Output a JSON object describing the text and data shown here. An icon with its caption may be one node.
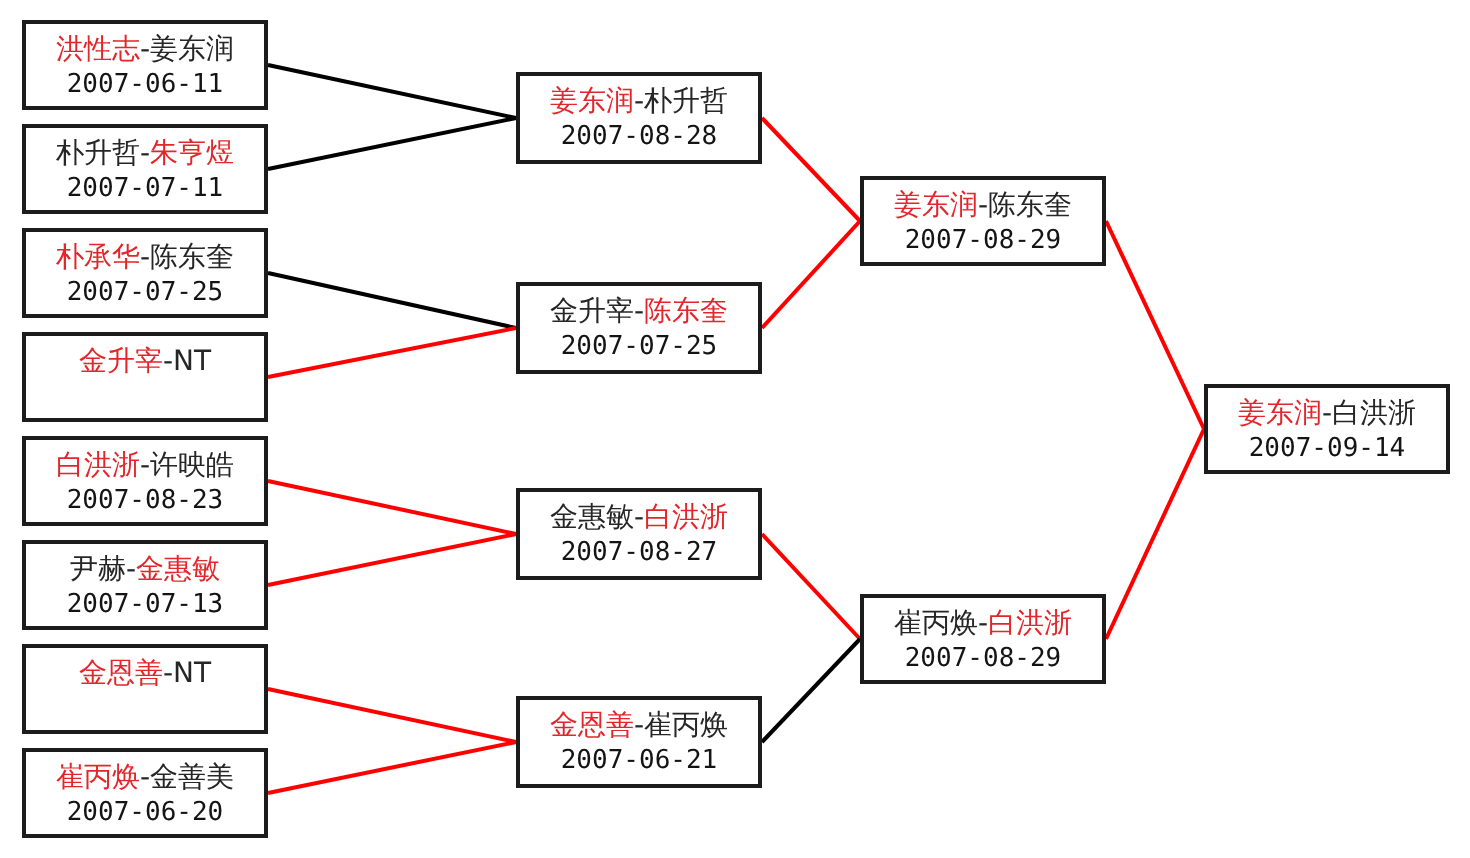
{
  "diagram": {
    "nodes": [
      {
        "text": [
          "洪性志-姜东润",
          "2007-06-11"
        ]
      },
      {
        "text": [
          "朴升哲-朱亨煜",
          "2007-07-11"
        ]
      },
      {
        "text": [
          "朴承华-陈东奎",
          "2007-07-25"
        ]
      },
      {
        "text": [
          "金升宰-NT"
        ]
      },
      {
        "text": [
          "白洪浙-许映皓",
          "2007-08-23"
        ]
      },
      {
        "text": [
          "尹赫-金惠敏",
          "2007-07-13"
        ]
      },
      {
        "text": [
          "金恩善-NT"
        ]
      },
      {
        "text": [
          "崔丙焕-金善美",
          "2007-06-20"
        ]
      },
      {
        "text": [
          "姜东润-朴升哲",
          "2007-08-28"
        ]
      },
      {
        "text": [
          "金升宰-陈东奎",
          "2007-07-25"
        ]
      },
      {
        "text": [
          "金惠敏-白洪浙",
          "2007-08-27"
        ]
      },
      {
        "text": [
          "金恩善-崔丙焕",
          "2007-06-21"
        ]
      },
      {
        "text": [
          "姜东润-陈东奎",
          "2007-08-29"
        ]
      },
      {
        "text": [
          "崔丙焕-白洪浙",
          "2007-08-29"
        ]
      },
      {
        "text": [
          "姜东润-白洪浙",
          "2007-09-14"
        ]
      }
    ],
    "edges": [
      {
        "from": 0,
        "to": 8,
        "arrow": "none",
        "color": "#000000"
      },
      {
        "from": 1,
        "to": 8,
        "arrow": "none",
        "color": "#000000"
      },
      {
        "from": 2,
        "to": 9,
        "arrow": "none",
        "color": "#000000"
      },
      {
        "from": 3,
        "to": 9,
        "arrow": "none"
      },
      {
        "from": 4,
        "to": 10,
        "arrow": "none"
      },
      {
        "from": 5,
        "to": 10,
        "arrow": "none"
      },
      {
        "from": 6,
        "to": 11,
        "arrow": "none"
      },
      {
        "from": 7,
        "to": 11,
        "arrow": "none"
      },
      {
        "from": 8,
        "to": 12,
        "arrow": "none"
      },
      {
        "from": 9,
        "to": 12,
        "arrow": "none"
      },
      {
        "from": 10,
        "to": 13,
        "arrow": "none"
      },
      {
        "from": 11,
        "to": 13,
        "arrow": "none",
        "color": "#000000"
      },
      {
        "from": 12,
        "to": 14,
        "arrow": "none"
      },
      {
        "from": 13,
        "to": 14,
        "arrow": "none"
      }
    ]
  }
}
